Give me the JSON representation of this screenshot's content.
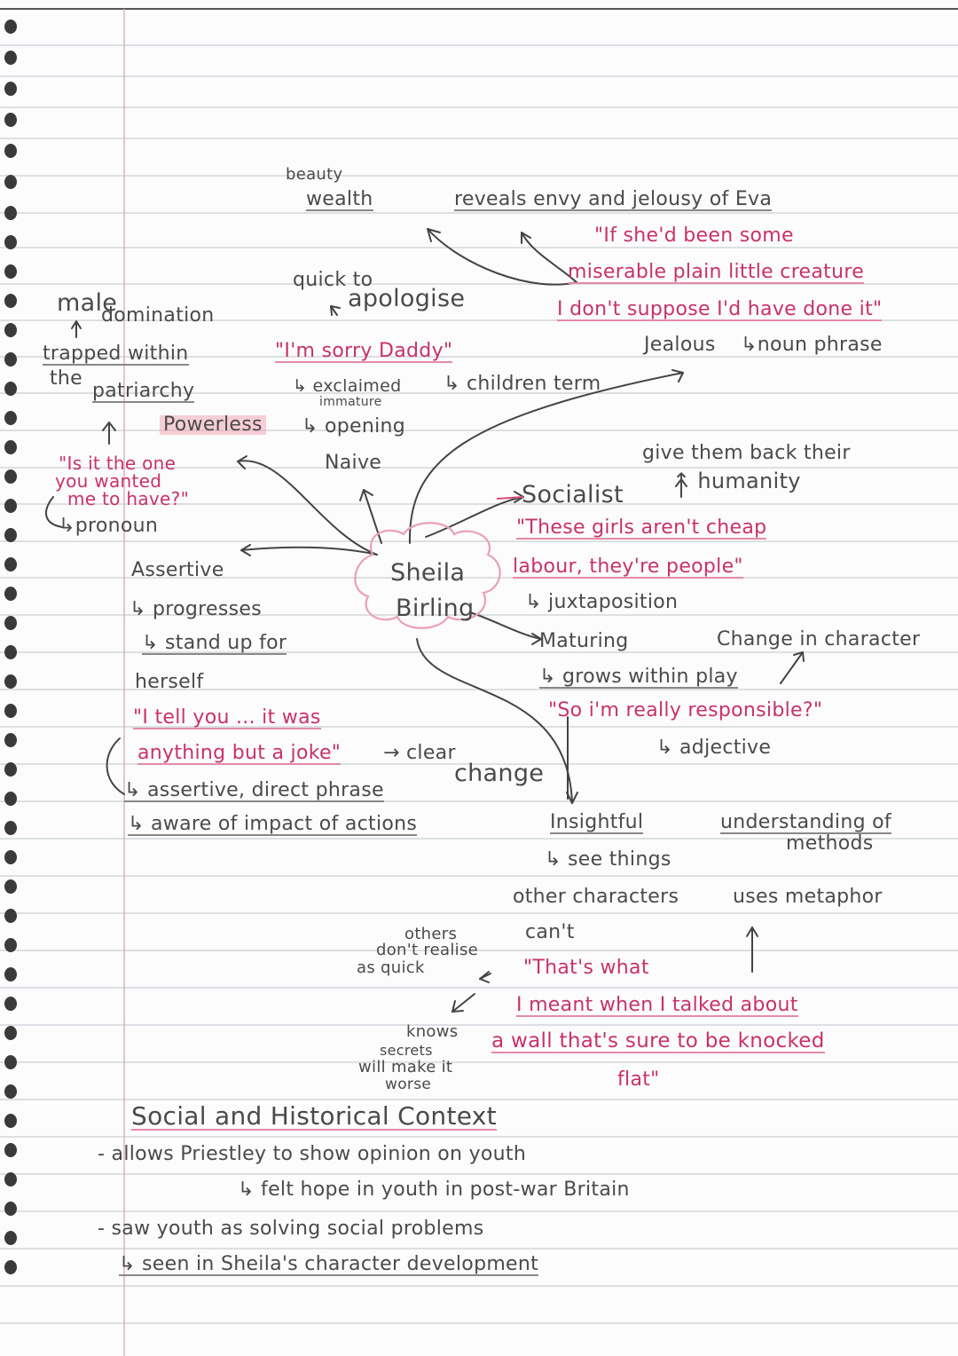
{
  "colors": {
    "ink_grey": "#4a4a4a",
    "ink_pink": "#c8326a",
    "highlight": "#f3a0b4",
    "ruling": "#c7ced6",
    "margin_line": "#d6aeb8"
  },
  "center": {
    "line1": "Sheila",
    "line2": "Birling"
  },
  "top": {
    "beauty": "beauty",
    "wealth": "wealth",
    "reveals": "reveals envy and jelousy of Eva",
    "quote1": "\"If she'd been some",
    "quote2": "miserable plain little creature",
    "quote3": "I don't suppose I'd have done it\"",
    "jealous": "Jealous",
    "noun_phrase": "↳noun phrase"
  },
  "left_top": {
    "male": "male",
    "domination": "domination",
    "trapped": "trapped within",
    "the": "the",
    "patriarchy": "patriarchy",
    "powerless": "Powerless",
    "quote1": "\"Is it the one",
    "quote2": "you wanted",
    "quote3": "me to have?\"",
    "pronoun": "↳pronoun"
  },
  "middle_top": {
    "quick1": "quick to",
    "quick2": "apologise",
    "im_sorry": "\"I'm sorry Daddy\"",
    "excuse": "↳ exclaimed",
    "immature": "immature",
    "child_term": "↳ children term",
    "opening": "↳ opening",
    "naive": "Naive"
  },
  "right_top": {
    "give1": "give them back their",
    "humanity": "↑ humanity",
    "socialist": "Socialist",
    "quote1": "\"These girls aren't cheap",
    "quote2": "labour, they're people\"",
    "juxta": "↳ juxtaposition",
    "maturing": "Maturing",
    "change_char": "Change in character",
    "grows": "↳ grows within play",
    "responsible": "\"So i'm really responsible?\"",
    "adjective": "↳ adjective"
  },
  "left_mid": {
    "assertive": "Assertive",
    "progresses": "↳ progresses",
    "standup": "↳ stand up for",
    "herself": "herself",
    "quote1": "\"I tell you ... it was",
    "quote2": "anything but a joke\"",
    "clear": "→ clear",
    "change": "change",
    "assertive_direct": "↳ assertive, direct phrase",
    "aware": "↳ aware of impact of actions"
  },
  "bottom_right": {
    "insightful": "Insightful",
    "understanding1": "understanding of",
    "understanding2": "methods",
    "see_things": "↳ see things",
    "other_chars": "other characters",
    "uses_metaphor": "uses metaphor",
    "cant": "can't",
    "others1": "others",
    "others2": "don't realise",
    "others3": "as quick",
    "quote1": "\"That's what",
    "quote2": "I meant when I talked about",
    "quote3": "a wall that's sure to be knocked",
    "quote4": "flat\"",
    "knows1": "knows",
    "knows2": "secrets",
    "knows3": "will make it",
    "knows4": "worse"
  },
  "context": {
    "heading": "Social and Historical Context",
    "line1": "- allows Priestley to show opinion on youth",
    "line2": "↳ felt hope in youth in post-war Britain",
    "line3": "- saw youth as solving social problems",
    "line4": "↳ seen in Sheila's character development"
  }
}
